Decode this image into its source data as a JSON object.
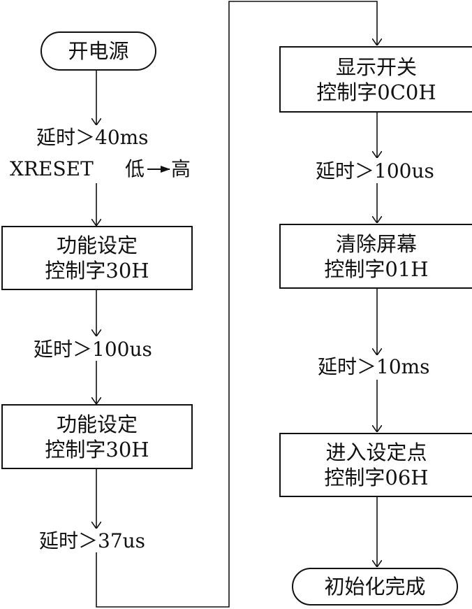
{
  "flow": {
    "start": "开电源",
    "delay1": "延时＞40ms",
    "xreset_label": "XRESET",
    "xreset_low": "低",
    "xreset_high": "高",
    "box1": {
      "line1": "功能设定",
      "line2": "控制字30H"
    },
    "delay2": "延时＞100us",
    "box2": {
      "line1": "功能设定",
      "line2": "控制字30H"
    },
    "delay3": "延时＞37us",
    "box3": {
      "line1": "显示开关",
      "line2": "控制字0C0H"
    },
    "delay4": "延时＞100us",
    "box4": {
      "line1": "清除屏幕",
      "line2": "控制字01H"
    },
    "delay5": "延时＞10ms",
    "box5": {
      "line1": "进入设定点",
      "line2": "控制字06H"
    },
    "end": "初始化完成"
  }
}
